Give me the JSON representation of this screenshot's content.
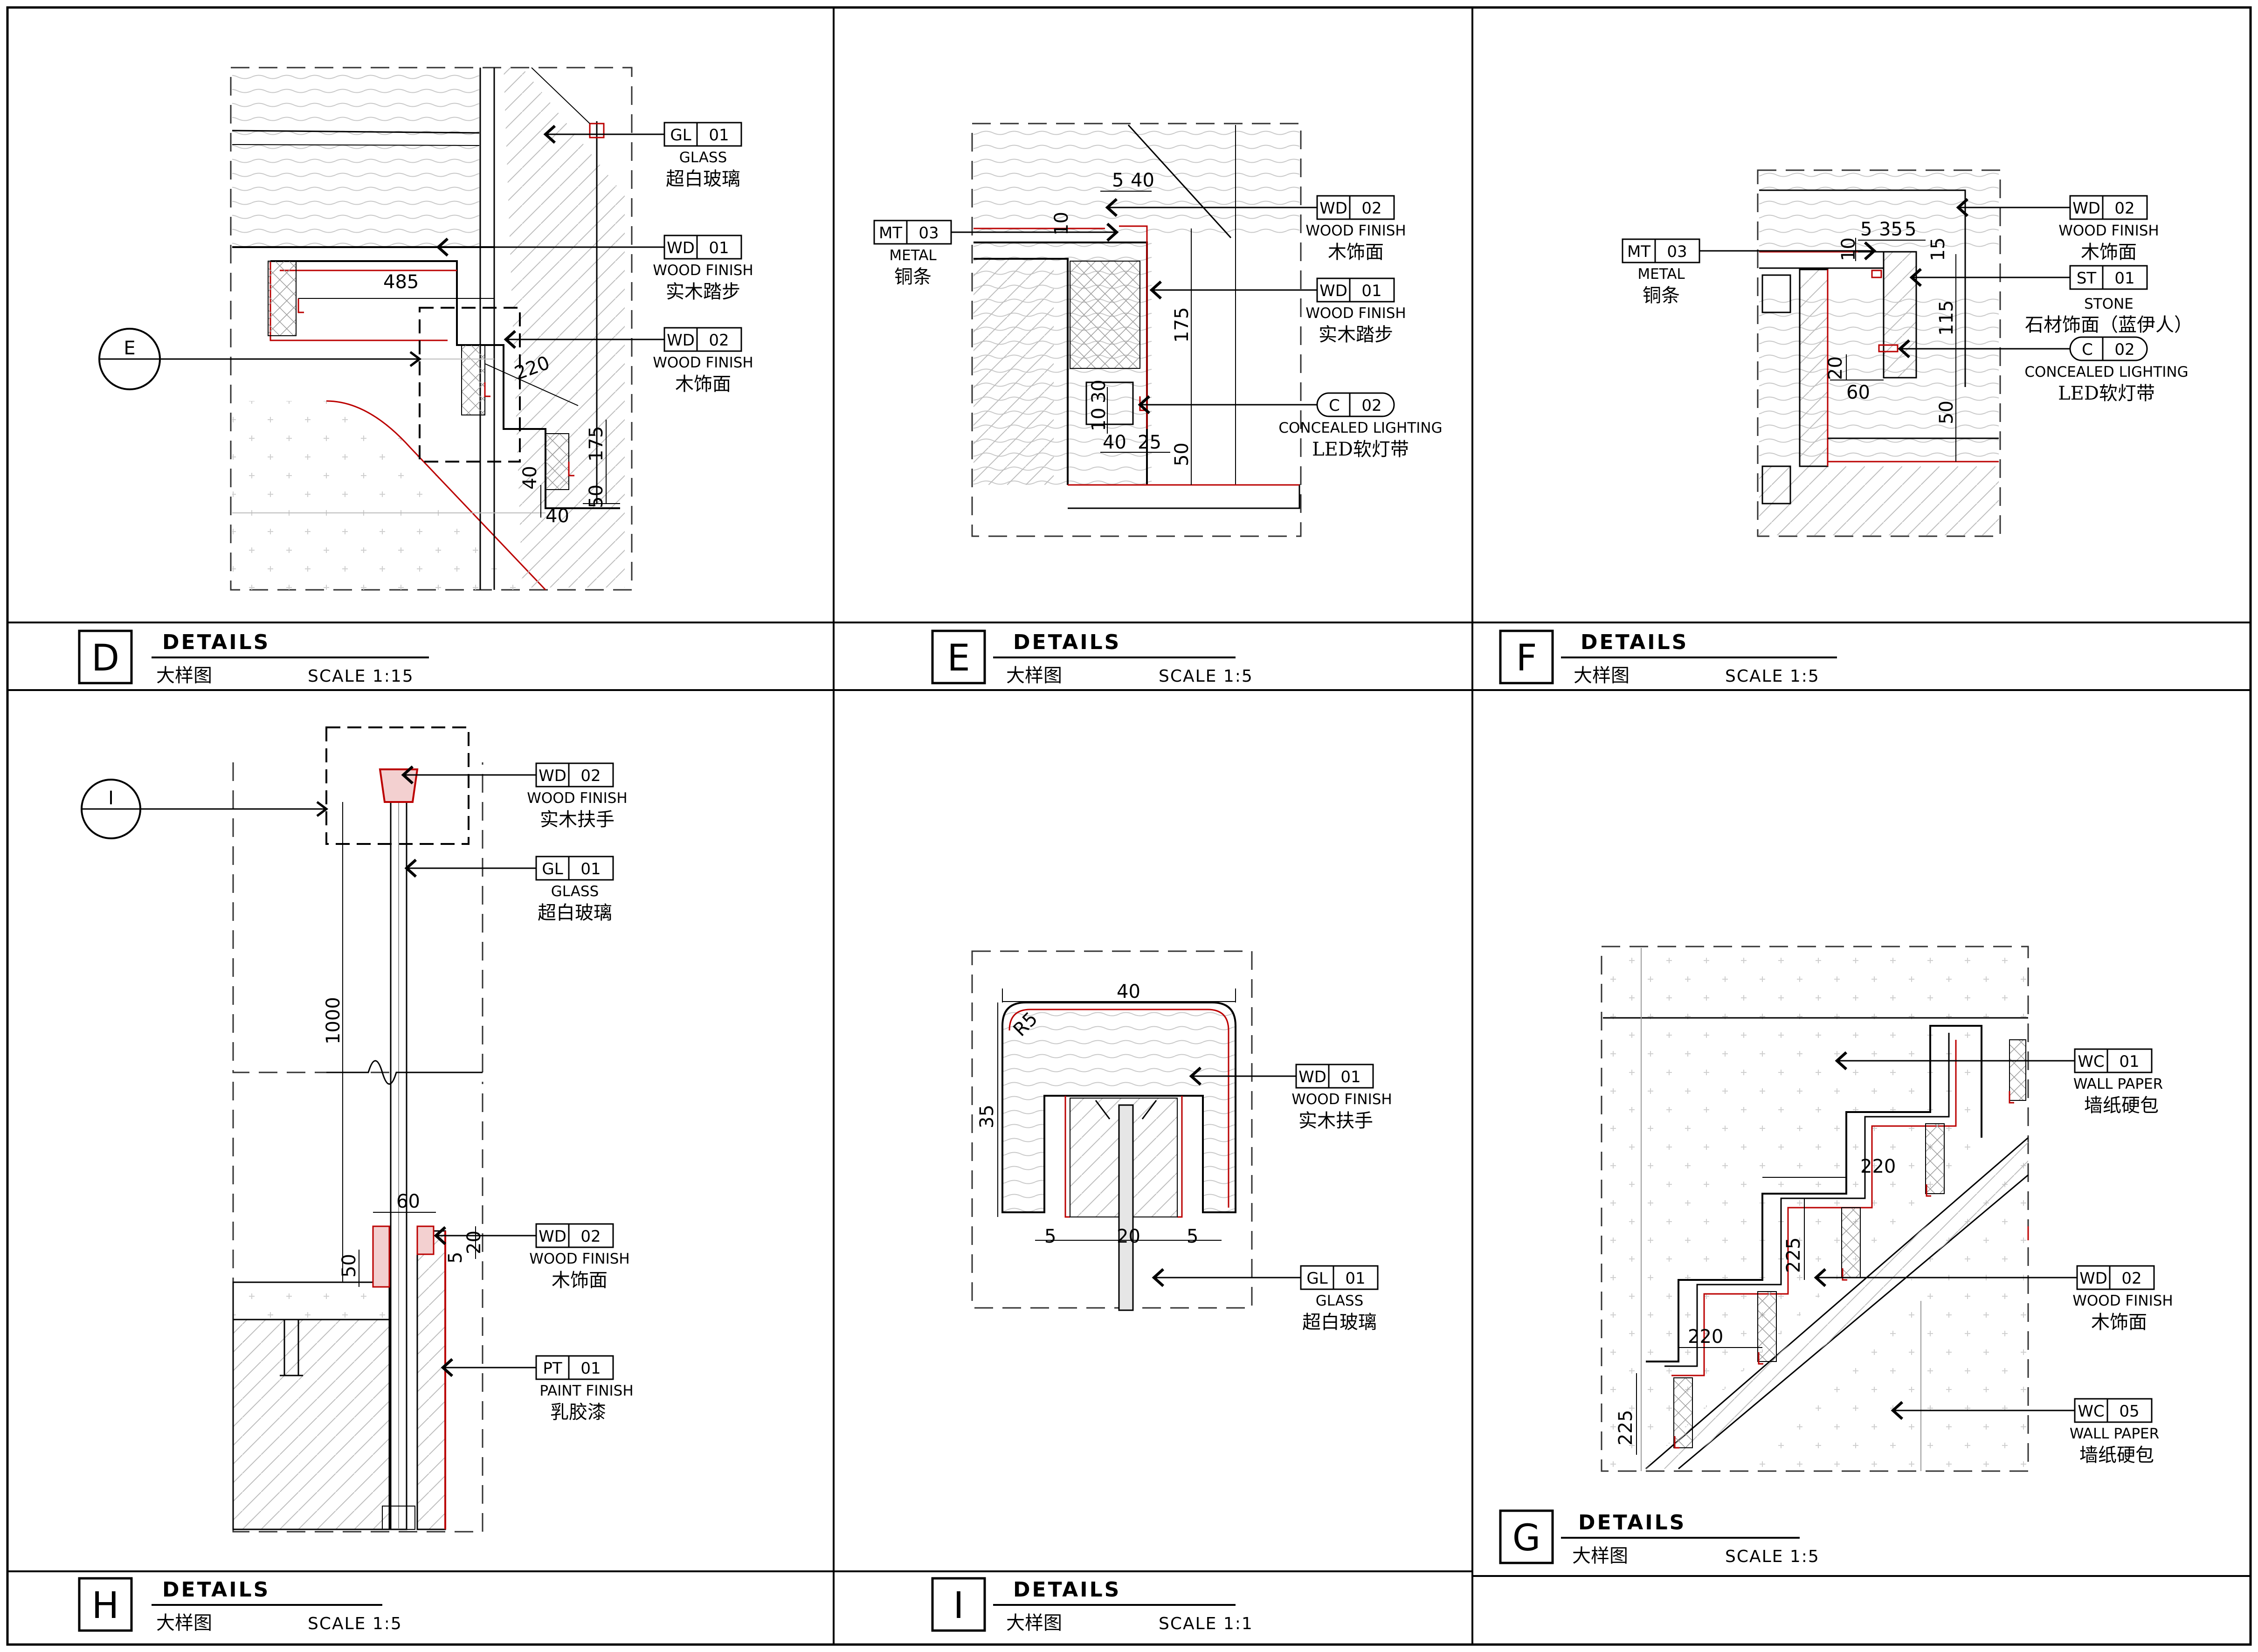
{
  "panels": [
    {
      "id": "D",
      "details": "DETAILS",
      "subtitle": "大样图",
      "scale": "SCALE  1:15",
      "dims": [
        "485",
        "220",
        "175",
        "50",
        "40",
        "40"
      ],
      "section_marker": "E",
      "callouts": [
        {
          "code": "GL",
          "num": "01",
          "en": "GLASS",
          "cn": "超白玻璃"
        },
        {
          "code": "WD",
          "num": "01",
          "en": "WOOD FINISH",
          "cn": "实木踏步"
        },
        {
          "code": "WD",
          "num": "02",
          "en": "WOOD FINISH",
          "cn": "木饰面"
        }
      ]
    },
    {
      "id": "E",
      "details": "DETAILS",
      "subtitle": "大样图",
      "scale": "SCALE  1:5",
      "dims": [
        "5",
        "40",
        "10",
        "175",
        "10",
        "30",
        "40",
        "25",
        "50"
      ],
      "callouts": [
        {
          "code": "MT",
          "num": "03",
          "en": "METAL",
          "cn": "铜条"
        },
        {
          "code": "WD",
          "num": "02",
          "en": "WOOD FINISH",
          "cn": "木饰面"
        },
        {
          "code": "WD",
          "num": "01",
          "en": "WOOD FINISH",
          "cn": "实木踏步"
        },
        {
          "code": "C",
          "num": "02",
          "en": "CONCEALED LIGHTING",
          "cn": "LED软灯带"
        }
      ]
    },
    {
      "id": "F",
      "details": "DETAILS",
      "subtitle": "大样图",
      "scale": "SCALE  1:5",
      "dims": [
        "5",
        "35",
        "5",
        "10",
        "15",
        "115",
        "20",
        "60",
        "50"
      ],
      "callouts": [
        {
          "code": "MT",
          "num": "03",
          "en": "METAL",
          "cn": "铜条"
        },
        {
          "code": "WD",
          "num": "02",
          "en": "WOOD FINISH",
          "cn": "木饰面"
        },
        {
          "code": "ST",
          "num": "01",
          "en": "STONE",
          "cn": "石材饰面（蓝伊人）"
        },
        {
          "code": "C",
          "num": "02",
          "en": "CONCEALED LIGHTING",
          "cn": "LED软灯带"
        }
      ]
    },
    {
      "id": "H",
      "details": "DETAILS",
      "subtitle": "大样图",
      "scale": "SCALE  1:5",
      "dims": [
        "1000",
        "60",
        "50",
        "5",
        "20"
      ],
      "section_marker": "I",
      "callouts": [
        {
          "code": "WD",
          "num": "02",
          "en": "WOOD FINISH",
          "cn": "实木扶手"
        },
        {
          "code": "GL",
          "num": "01",
          "en": "GLASS",
          "cn": "超白玻璃"
        },
        {
          "code": "WD",
          "num": "02",
          "en": "WOOD FINISH",
          "cn": "木饰面"
        },
        {
          "code": "PT",
          "num": "01",
          "en": "PAINT FINISH",
          "cn": "乳胶漆"
        }
      ]
    },
    {
      "id": "I",
      "details": "DETAILS",
      "subtitle": "大样图",
      "scale": "SCALE  1:1",
      "dims": [
        "40",
        "R5",
        "35",
        "5",
        "20",
        "5"
      ],
      "callouts": [
        {
          "code": "WD",
          "num": "01",
          "en": "WOOD FINISH",
          "cn": "实木扶手"
        },
        {
          "code": "GL",
          "num": "01",
          "en": "GLASS",
          "cn": "超白玻璃"
        }
      ]
    },
    {
      "id": "G",
      "details": "DETAILS",
      "subtitle": "大样图",
      "scale": "SCALE  1:5",
      "dims": [
        "220",
        "225",
        "220",
        "225"
      ],
      "callouts": [
        {
          "code": "WC",
          "num": "01",
          "en": "WALL PAPER",
          "cn": "墙纸硬包"
        },
        {
          "code": "WD",
          "num": "02",
          "en": "WOOD FINISH",
          "cn": "木饰面"
        },
        {
          "code": "WC",
          "num": "05",
          "en": "WALL PAPER",
          "cn": "墙纸硬包"
        }
      ]
    }
  ]
}
